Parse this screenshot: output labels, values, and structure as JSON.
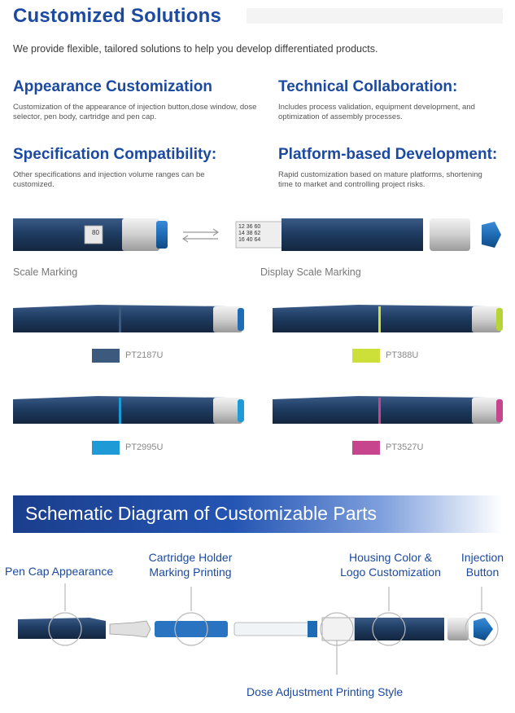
{
  "header": {
    "title": "Customized Solutions",
    "intro": "We provide flexible, tailored solutions to help you develop differentiated products."
  },
  "features": [
    {
      "title": "Appearance Customization",
      "desc": "Customization of the appearance of injection button,dose window, dose selector, pen body, cartridge and pen cap."
    },
    {
      "title": "Technical Collaboration:",
      "desc": "Includes process validation, equipment development, and optimization of assembly processes."
    },
    {
      "title": "Specification Compatibility:",
      "desc": "Other specifications and injection volume ranges can be customized."
    },
    {
      "title": "Platform-based Development:",
      "desc": "Rapid customization based on mature platforms, shortening time to market and controlling project risks."
    }
  ],
  "markings": {
    "scale_label": "Scale Marking",
    "display_label": "Display Scale Marking",
    "dose_window_value": "80",
    "scale_numbers": [
      "12",
      "36",
      "60",
      "14",
      "38",
      "62",
      "16",
      "40",
      "64"
    ]
  },
  "color_variants": [
    {
      "code": "PT2187U",
      "swatch": "#3c5a7e"
    },
    {
      "code": "PT388U",
      "swatch": "#cde03a"
    },
    {
      "code": "PT2995U",
      "swatch": "#1e9ad6"
    },
    {
      "code": "PT3527U",
      "swatch": "#c6458c"
    }
  ],
  "diagram": {
    "banner_title": "Schematic Diagram of Customizable Parts",
    "labels": {
      "pen_cap": "Pen Cap Appearance",
      "cartridge_1": "Cartridge Holder",
      "cartridge_2": "Marking Printing",
      "housing_1": "Housing Color &",
      "housing_2": "Logo Customization",
      "injection_1": "Injection",
      "injection_2": "Button",
      "dose": "Dose Adjustment Printing Style"
    }
  },
  "colors": {
    "brand_blue": "#1b4aa0",
    "pen_navy": "#1f3d63",
    "grip_gray": "#d8d8d8",
    "button_blue": "#1e6cb5"
  }
}
